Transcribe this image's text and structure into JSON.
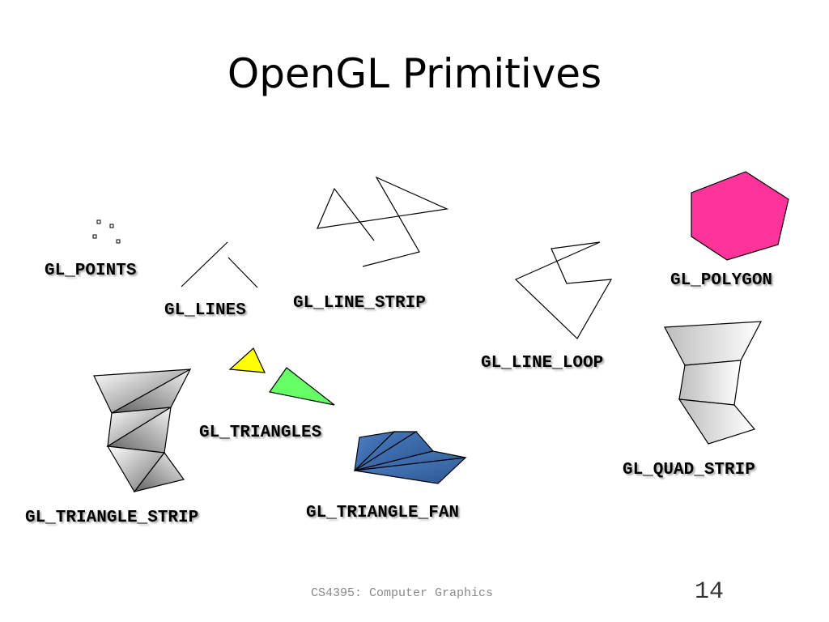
{
  "slide": {
    "title": "OpenGL Primitives",
    "footer": "CS4395: Computer Graphics",
    "page_number": "14"
  },
  "labels": {
    "points": "GL_POINTS",
    "lines": "GL_LINES",
    "line_strip": "GL_LINE_STRIP",
    "line_loop": "GL_LINE_LOOP",
    "polygon": "GL_POLYGON",
    "triangles": "GL_TRIANGLES",
    "triangle_strip": "GL_TRIANGLE_STRIP",
    "triangle_fan": "GL_TRIANGLE_FAN",
    "quad_strip": "GL_QUAD_STRIP"
  },
  "colors": {
    "polygon_fill": "#ff3399",
    "triangle_yellow": "#ffff00",
    "triangle_green": "#66ff66",
    "fan_fill": "#3d6fb5"
  }
}
